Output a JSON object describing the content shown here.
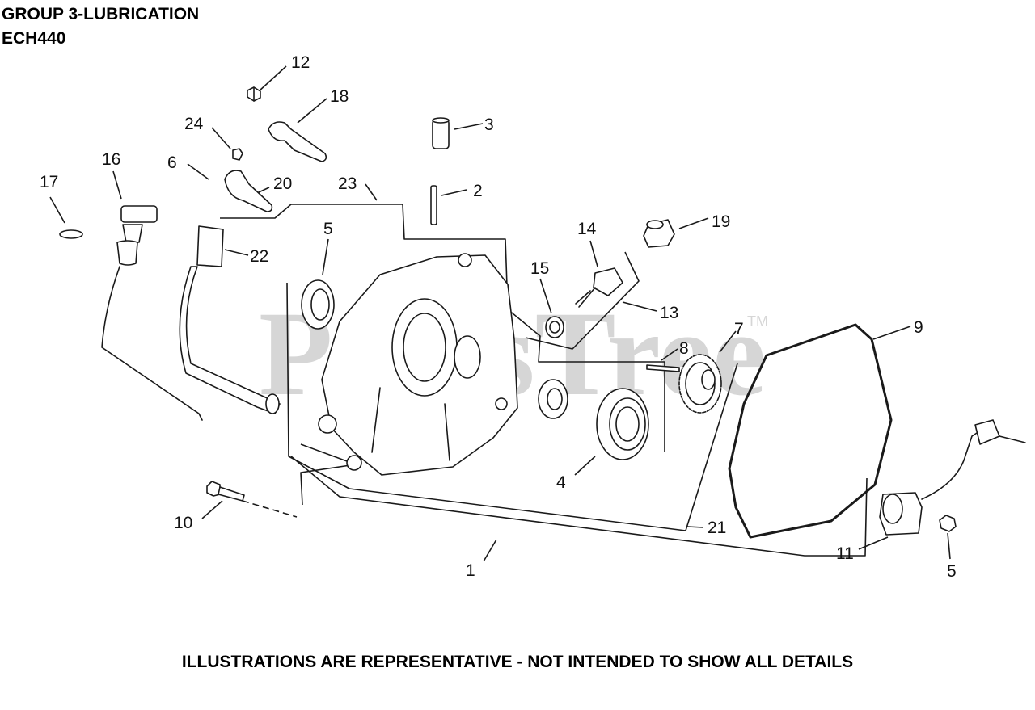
{
  "header": {
    "title": "GROUP 3-LUBRICATION",
    "model": "ECH440"
  },
  "watermark": {
    "text": "PartsTree",
    "trademark": "TM"
  },
  "callouts": {
    "c1": "1",
    "c2": "2",
    "c3": "3",
    "c4": "4",
    "c5a": "5",
    "c5b": "5",
    "c6": "6",
    "c7": "7",
    "c8": "8",
    "c9": "9",
    "c10": "10",
    "c11": "11",
    "c12": "12",
    "c13": "13",
    "c14": "14",
    "c15": "15",
    "c16": "16",
    "c17": "17",
    "c18": "18",
    "c19": "19",
    "c20": "20",
    "c21": "21",
    "c22": "22",
    "c23": "23",
    "c24": "24"
  },
  "footer": {
    "note": "ILLUSTRATIONS ARE REPRESENTATIVE - NOT INTENDED TO SHOW ALL DETAILS"
  },
  "colors": {
    "line": "#1a1a1a",
    "watermark": "#d6d6d6",
    "background": "#ffffff"
  }
}
